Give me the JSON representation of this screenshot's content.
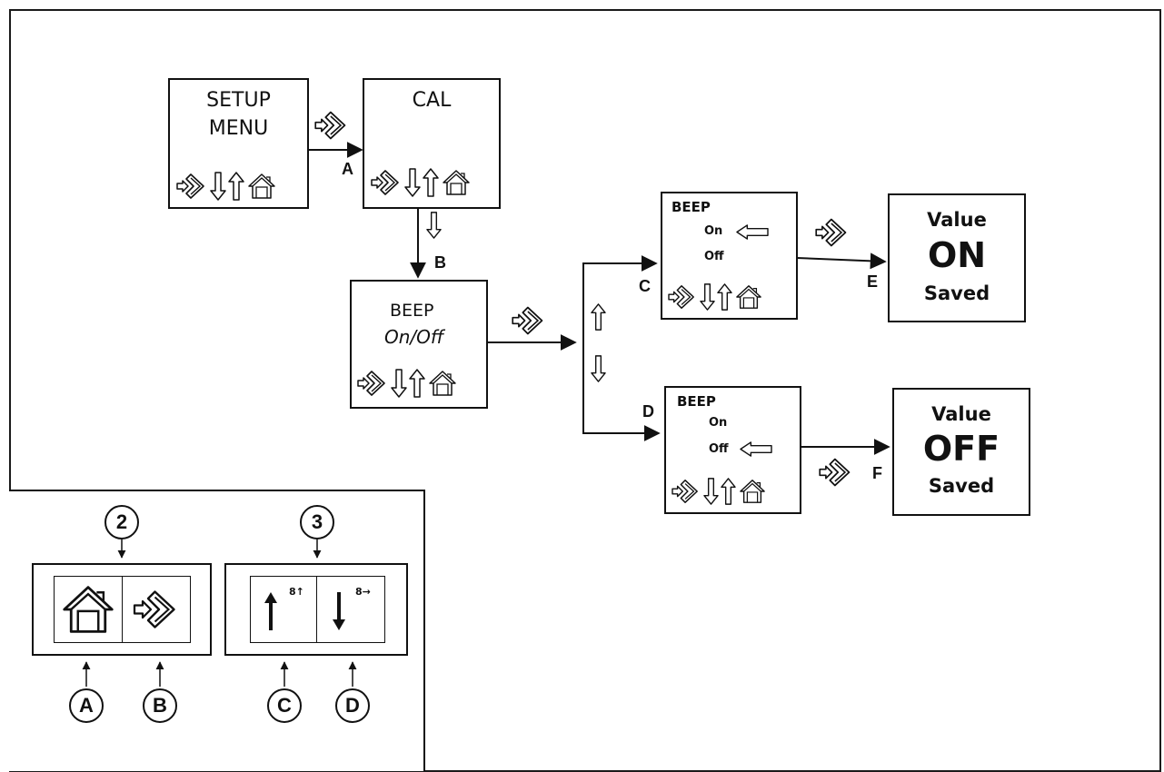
{
  "screens": {
    "setup_menu": {
      "line1": "SETUP",
      "line2": "MENU"
    },
    "cal": {
      "title": "CAL"
    },
    "beep_onoff": {
      "line1": "BEEP",
      "line2": "On/Off"
    },
    "beep_on_screen": {
      "title": "BEEP",
      "opt1": "On",
      "opt2": "Off"
    },
    "beep_off_screen": {
      "title": "BEEP",
      "opt1": "On",
      "opt2": "Off"
    },
    "value_on": {
      "line1": "Value",
      "line2": "ON",
      "line3": "Saved"
    },
    "value_off": {
      "line1": "Value",
      "line2": "OFF",
      "line3": "Saved"
    }
  },
  "flow_labels": {
    "a": "A",
    "b": "B",
    "c": "C",
    "d": "D",
    "e": "E",
    "f": "F"
  },
  "legend": {
    "group2_label": "2",
    "group3_label": "3",
    "key_a": "A",
    "key_b": "B",
    "key_c": "C",
    "key_d": "D",
    "up_sub": "8↑",
    "down_sub": "8→"
  }
}
